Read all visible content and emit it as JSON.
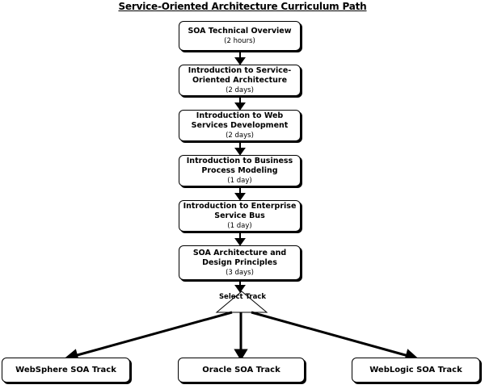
{
  "title": "Service-Oriented Architecture Curriculum Path",
  "courses": [
    {
      "name": "SOA Technical Overview",
      "duration": "(2 hours)"
    },
    {
      "name": "Introduction to Service-Oriented Architecture",
      "duration": "(2 days)"
    },
    {
      "name": "Introduction to Web Services Development",
      "duration": "(2 days)"
    },
    {
      "name": "Introduction to Business Process Modeling",
      "duration": "(1 day)"
    },
    {
      "name": "Introduction to Enterprise Service Bus",
      "duration": "(1 day)"
    },
    {
      "name": "SOA Architecture and Design Principles",
      "duration": "(3 days)"
    }
  ],
  "decision": {
    "label": "Select Track"
  },
  "tracks": [
    {
      "name": "WebSphere SOA Track"
    },
    {
      "name": "Oracle SOA Track"
    },
    {
      "name": "WebLogic SOA Track"
    }
  ]
}
